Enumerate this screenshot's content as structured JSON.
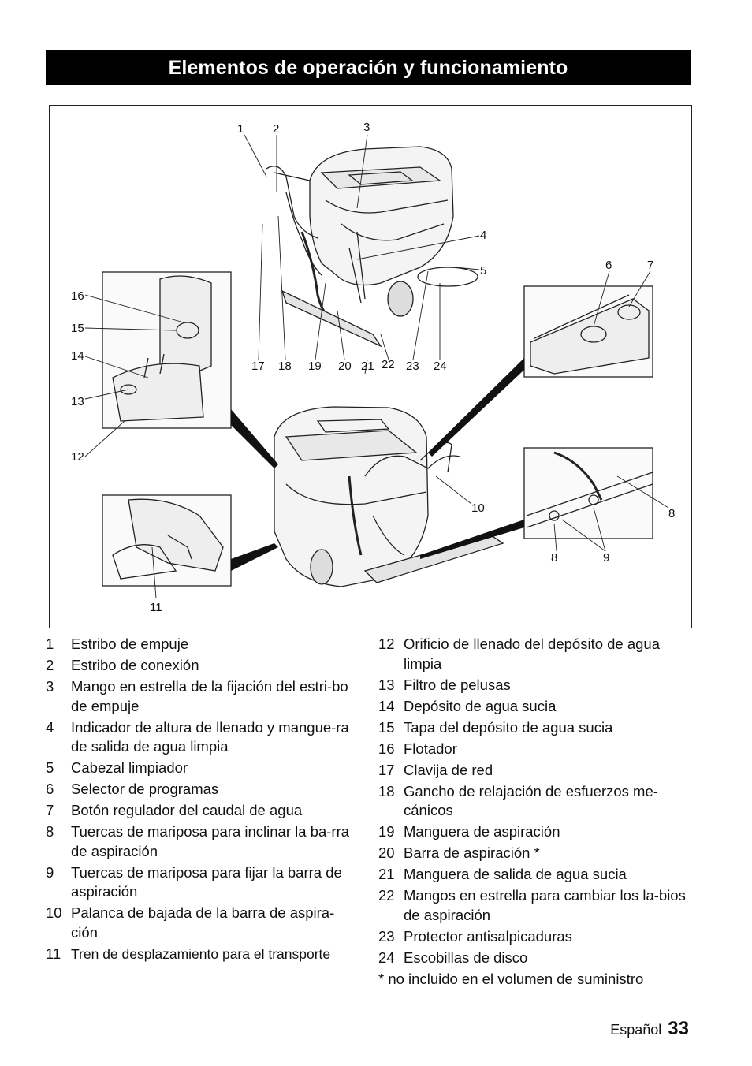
{
  "title": "Elementos de operación y funcionamiento",
  "figure": {
    "callouts": [
      {
        "id": "c1",
        "label": "1"
      },
      {
        "id": "c2",
        "label": "2"
      },
      {
        "id": "c3",
        "label": "3"
      },
      {
        "id": "c4",
        "label": "4"
      },
      {
        "id": "c5",
        "label": "5"
      },
      {
        "id": "c6",
        "label": "6"
      },
      {
        "id": "c7",
        "label": "7"
      },
      {
        "id": "c8a",
        "label": "8"
      },
      {
        "id": "c8b",
        "label": "8"
      },
      {
        "id": "c9",
        "label": "9"
      },
      {
        "id": "c10",
        "label": "10"
      },
      {
        "id": "c11",
        "label": "11"
      },
      {
        "id": "c12",
        "label": "12"
      },
      {
        "id": "c13",
        "label": "13"
      },
      {
        "id": "c14",
        "label": "14"
      },
      {
        "id": "c15",
        "label": "15"
      },
      {
        "id": "c16",
        "label": "16"
      },
      {
        "id": "c17",
        "label": "17"
      },
      {
        "id": "c18",
        "label": "18"
      },
      {
        "id": "c19",
        "label": "19"
      },
      {
        "id": "c20",
        "label": "20"
      },
      {
        "id": "c21",
        "label": "21"
      },
      {
        "id": "c22",
        "label": "22"
      },
      {
        "id": "c23",
        "label": "23"
      },
      {
        "id": "c24",
        "label": "24"
      }
    ]
  },
  "legend_left": [
    {
      "num": "1",
      "text": "Estribo de empuje"
    },
    {
      "num": "2",
      "text": "Estribo de conexión"
    },
    {
      "num": "3",
      "text": "Mango en estrella de la fijación del estri-bo de empuje"
    },
    {
      "num": "4",
      "text": "Indicador de altura de llenado y mangue-ra de salida de agua limpia"
    },
    {
      "num": "5",
      "text": "Cabezal limpiador"
    },
    {
      "num": "6",
      "text": "Selector de programas"
    },
    {
      "num": "7",
      "text": "Botón regulador del caudal de agua"
    },
    {
      "num": "8",
      "text": "Tuercas de mariposa para inclinar la ba-rra de aspiración"
    },
    {
      "num": "9",
      "text": "Tuercas de mariposa para fijar la barra de aspiración"
    },
    {
      "num": "10",
      "text": "Palanca de bajada de la barra de aspira-ción"
    },
    {
      "num": "11",
      "text": "Tren de desplazamiento para el transporte"
    }
  ],
  "legend_right": [
    {
      "num": "12",
      "text": "Orificio de llenado del depósito de agua limpia"
    },
    {
      "num": "13",
      "text": "Filtro de pelusas"
    },
    {
      "num": "14",
      "text": "Depósito de agua sucia"
    },
    {
      "num": "15",
      "text": "Tapa del depósito de agua sucia"
    },
    {
      "num": "16",
      "text": "Flotador"
    },
    {
      "num": "17",
      "text": "Clavija de red"
    },
    {
      "num": "18",
      "text": "Gancho de relajación de esfuerzos me-cánicos"
    },
    {
      "num": "19",
      "text": "Manguera de aspiración"
    },
    {
      "num": "20",
      "text": "Barra de aspiración *"
    },
    {
      "num": "21",
      "text": "Manguera de salida de agua sucia"
    },
    {
      "num": "22",
      "text": "Mangos en estrella para cambiar los la-bios de aspiración"
    },
    {
      "num": "23",
      "text": "Protector antisalpicaduras"
    },
    {
      "num": "24",
      "text": "Escobillas de disco"
    }
  ],
  "footnote": "* no incluido en el volumen de suministro",
  "footer": {
    "language": "Español",
    "page": "33"
  }
}
